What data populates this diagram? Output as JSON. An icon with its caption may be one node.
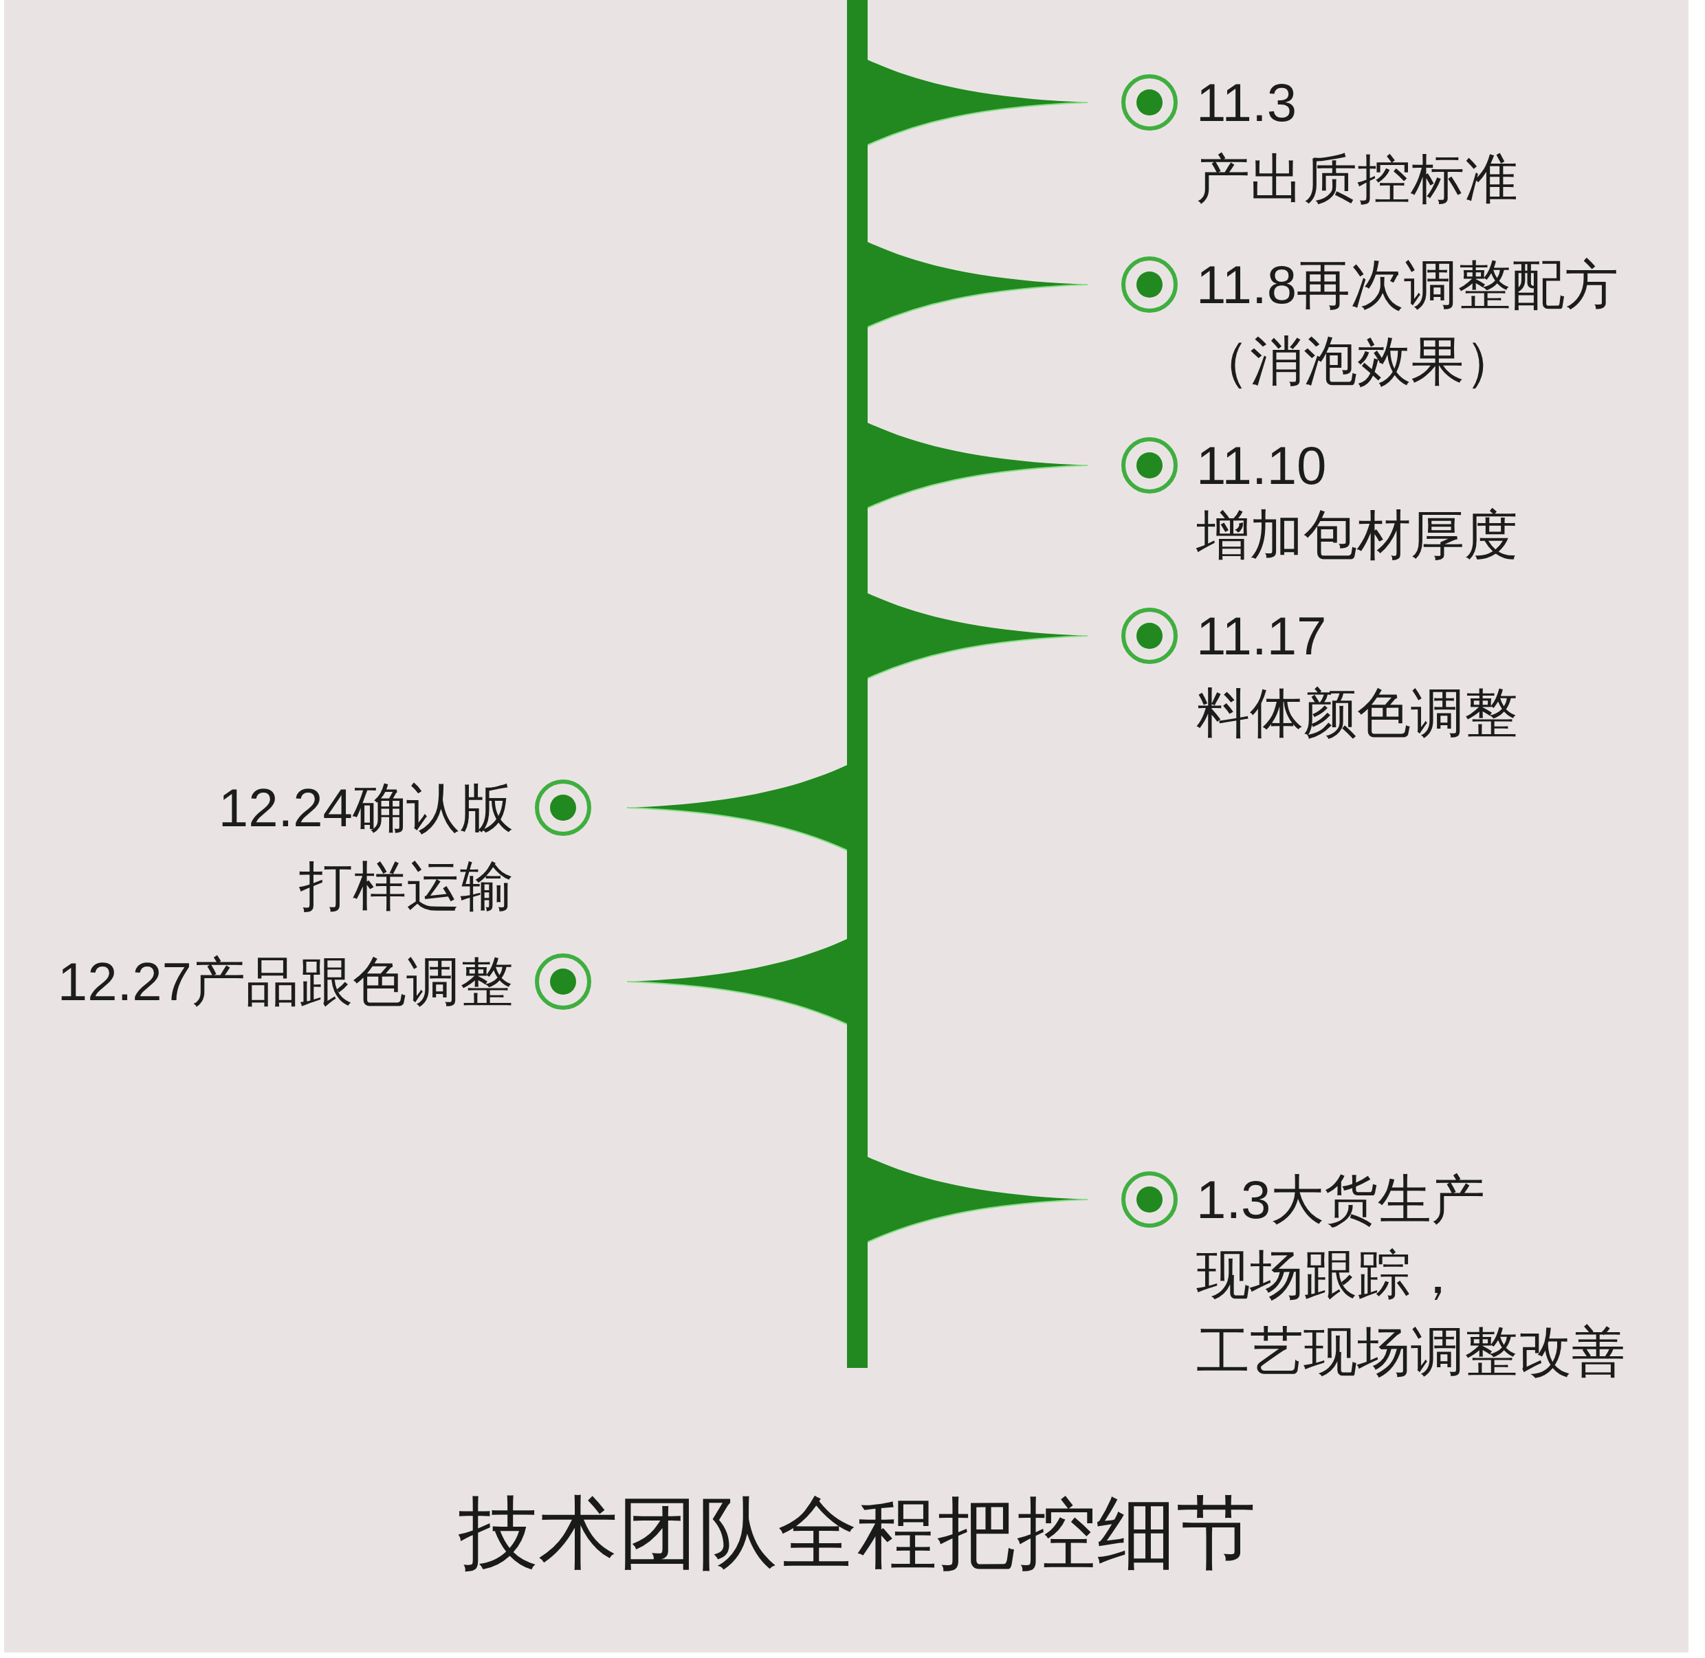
{
  "diagram": {
    "caption": "技术团队全程把控细节",
    "labels": [
      "11.3",
      "产出质控标准",
      "11.8再次调整配方",
      "（消泡效果）",
      "11.10",
      "增加包材厚度",
      "11.17",
      "料体颜色调整",
      "12.24确认版打样运输",
      "12.27产品跟色调整",
      "1.3大货生产",
      "现场跟踪，",
      "工艺现场调整改善"
    ]
  }
}
